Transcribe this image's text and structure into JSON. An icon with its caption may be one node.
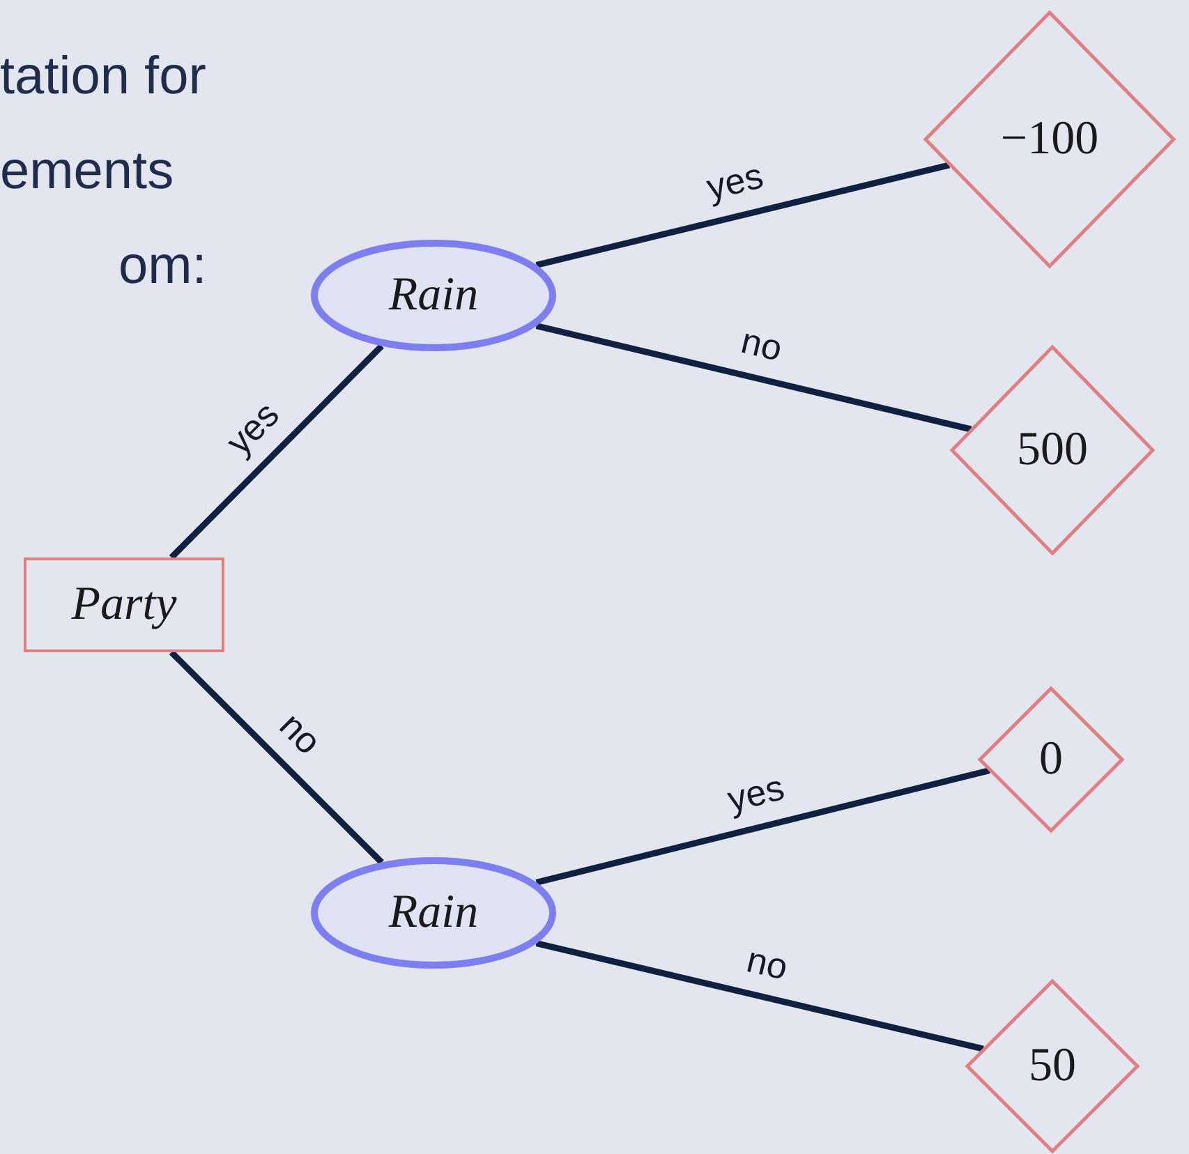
{
  "diagram": {
    "nodes": [
      {
        "text": [
          "Party"
        ]
      },
      {
        "text": [
          "Rain"
        ]
      },
      {
        "text": [
          "−100"
        ]
      },
      {
        "text": [
          "500"
        ]
      },
      {
        "text": [
          "Rain"
        ]
      },
      {
        "text": [
          "0"
        ]
      },
      {
        "text": [
          "50"
        ]
      }
    ],
    "edges": [
      {
        "from": 0,
        "to": 1,
        "arrow": "none",
        "label": "yes"
      },
      {
        "from": 1,
        "to": 2,
        "arrow": "none",
        "label": "yes"
      },
      {
        "from": 1,
        "to": 3,
        "arrow": "none",
        "label": "no"
      },
      {
        "from": 0,
        "to": 4,
        "arrow": "none",
        "label": "no"
      },
      {
        "from": 4,
        "to": 5,
        "arrow": "none",
        "label": "yes"
      },
      {
        "from": 4,
        "to": 6,
        "arrow": "none",
        "label": "no"
      }
    ],
    "labels": [
      "tation for",
      "ements",
      "om:"
    ]
  }
}
